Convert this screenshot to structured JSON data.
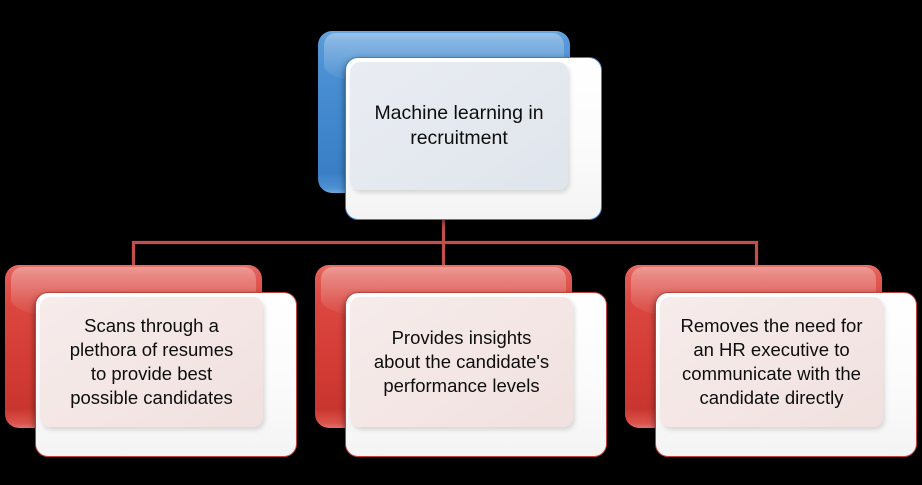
{
  "diagram": {
    "type": "hierarchy",
    "background_color": "#000000",
    "connector_color": "#c0504d",
    "root": {
      "id": "root",
      "label": "Machine learning in\nrecruitment",
      "accent_color": "#3f86cc",
      "card_border_color": "#3f7fc0",
      "inner_fill_color": "#e4e9ef",
      "text_color": "#0d0d0d"
    },
    "children": [
      {
        "id": "child-1",
        "label": "Scans through a\nplethora of resumes\nto provide best\npossible candidates",
        "accent_color": "#d33c35",
        "card_border_color": "#c0403a",
        "inner_fill_color": "#f3e6e4",
        "text_color": "#0d0d0d"
      },
      {
        "id": "child-2",
        "label": "Provides insights\nabout the candidate's\nperformance levels",
        "accent_color": "#d33c35",
        "card_border_color": "#c0403a",
        "inner_fill_color": "#f3e6e4",
        "text_color": "#0d0d0d"
      },
      {
        "id": "child-3",
        "label": "Removes the need for\nan HR executive to\ncommunicate with the\ncandidate directly",
        "accent_color": "#d33c35",
        "card_border_color": "#c0403a",
        "inner_fill_color": "#f3e6e4",
        "text_color": "#0d0d0d"
      }
    ]
  }
}
